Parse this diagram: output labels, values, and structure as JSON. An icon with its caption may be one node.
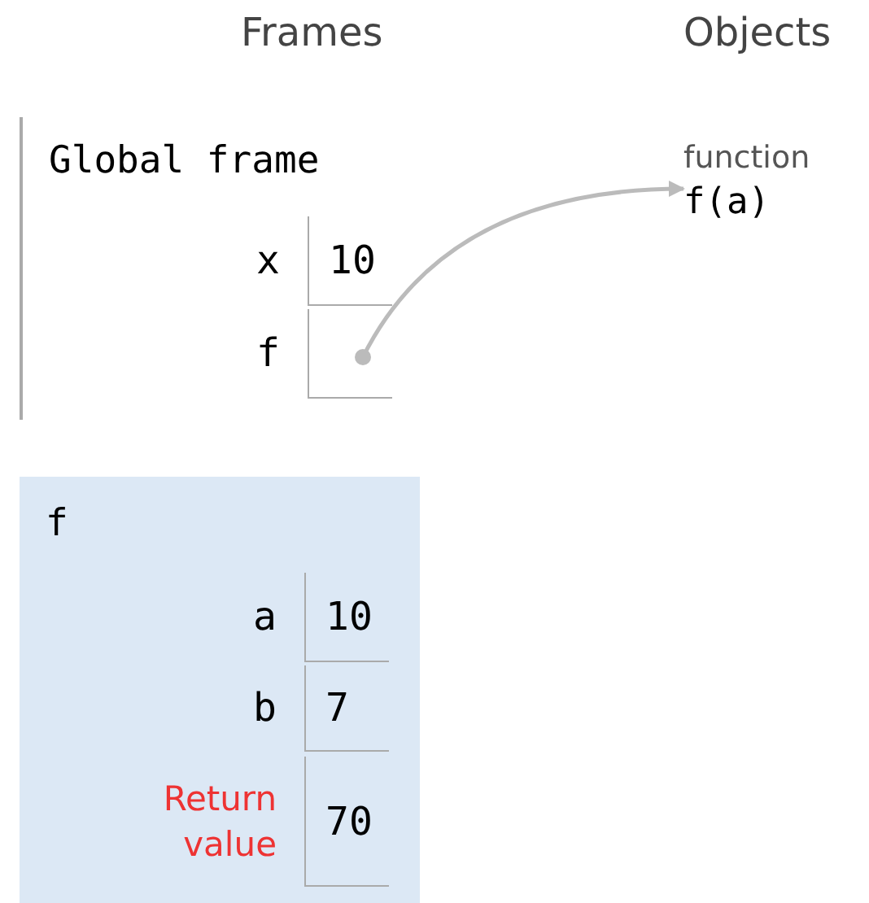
{
  "diagram": {
    "nodes": [
      {
        "text": [
          "Global frame"
        ]
      },
      {
        "text": [
          "10"
        ],
        "beside": [
          "x"
        ],
        "in": 0
      },
      {
        "text": [],
        "shape": "box",
        "beside": [
          "f"
        ],
        "in": 0
      },
      {
        "text": [
          "function",
          "f(a)"
        ]
      },
      {
        "text": [
          "f"
        ]
      },
      {
        "text": [
          "10"
        ],
        "beside": [
          "a"
        ],
        "in": 4
      },
      {
        "text": [
          "7"
        ],
        "beside": [
          "b"
        ],
        "in": 4
      },
      {
        "text": [
          "70"
        ],
        "beside": [
          "Return value"
        ],
        "in": 4
      }
    ],
    "edges": [
      {
        "from": 2,
        "to": 3,
        "arrow": "to"
      }
    ],
    "labels": [
      "Frames",
      "Objects"
    ]
  }
}
